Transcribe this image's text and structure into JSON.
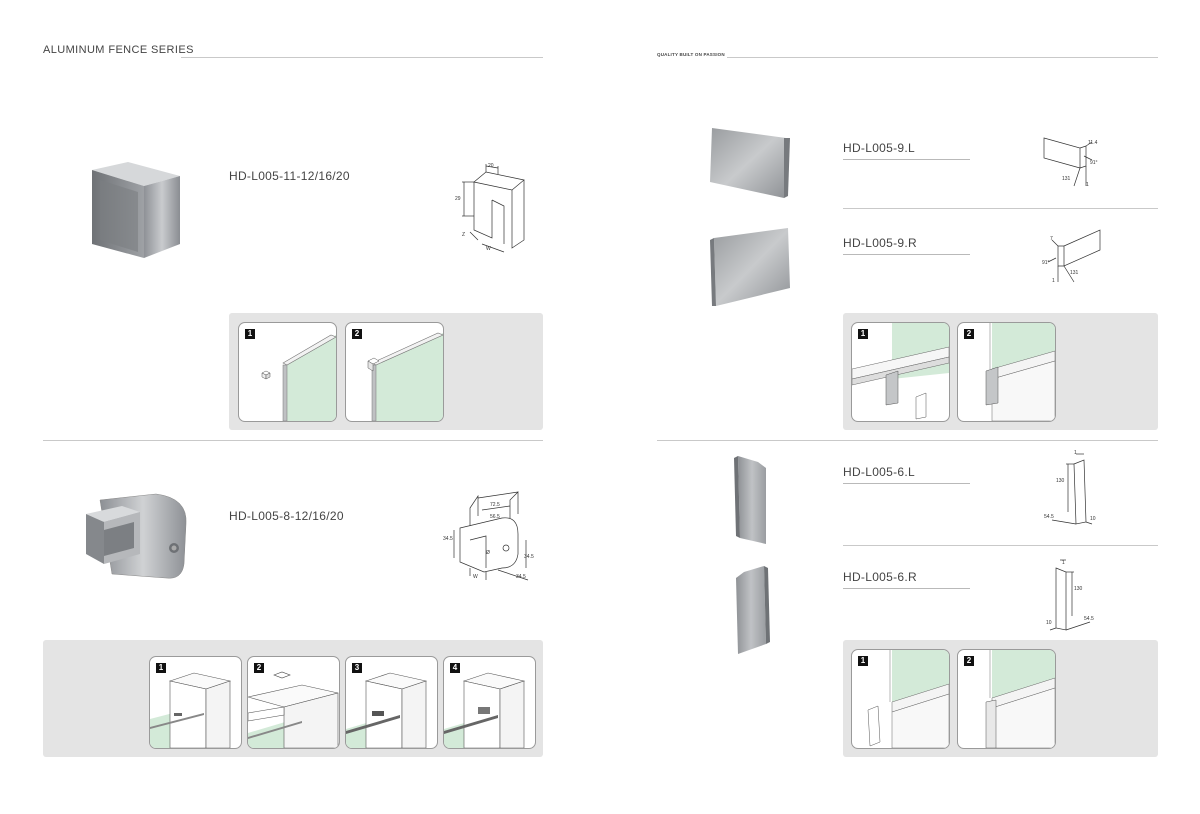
{
  "header": {
    "left_title": "ALUMINUM FENCE SERIES",
    "right_title": "QUALITY BUILT ON PASSION"
  },
  "left": {
    "product1": {
      "code": "HD-L005-11-12/16/20",
      "dims": {
        "top": "20",
        "height": "29",
        "z": "Z",
        "w": "W"
      },
      "steps": [
        "1",
        "2"
      ]
    },
    "product2": {
      "code": "HD-L005-8-12/16/20",
      "dims": {
        "a": "72.5",
        "b": "56.5",
        "left": "34.5",
        "right": "34.5",
        "bottom": "34.5",
        "phi": "Ø",
        "w": "W"
      },
      "steps": [
        "1",
        "2",
        "3",
        "4"
      ]
    }
  },
  "right": {
    "product1": {
      "code": "HD-L005-9.L",
      "dims": {
        "a": "11.4",
        "angle": "91°",
        "h": "131",
        "t": "1"
      }
    },
    "product2": {
      "code": "HD-L005-9.R",
      "dims": {
        "a": "7",
        "angle": "91°",
        "h": "131",
        "t": "1"
      },
      "steps": [
        "1",
        "2"
      ]
    },
    "product3": {
      "code": "HD-L005-6.L",
      "dims": {
        "t": "1",
        "h": "130",
        "w": "54.5",
        "d": "10"
      }
    },
    "product4": {
      "code": "HD-L005-6.R",
      "dims": {
        "t": "1",
        "h": "130",
        "w": "54.5",
        "d": "10"
      },
      "steps": [
        "1",
        "2"
      ]
    }
  },
  "colors": {
    "glass": "#d3ead8",
    "panel": "#e4e4e4",
    "metal": "#a9acb0"
  }
}
